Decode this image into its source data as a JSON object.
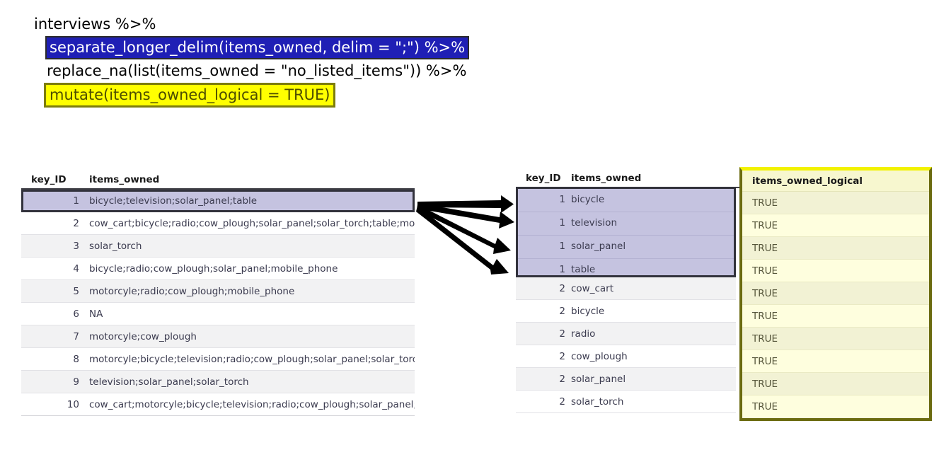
{
  "code": {
    "lines": [
      {
        "text": "interviews %>%",
        "style": "plain"
      },
      {
        "text": "separate_longer_delim(items_owned, delim = \";\") %>%",
        "style": "highlight-blue"
      },
      {
        "text": "replace_na(list(items_owned = \"no_listed_items\")) %>%",
        "style": "indent"
      },
      {
        "text": "mutate(items_owned_logical = TRUE)",
        "style": "highlight-yellow"
      }
    ]
  },
  "left_table": {
    "headers": {
      "key_id": "key_ID",
      "items_owned": "items_owned"
    },
    "rows": [
      {
        "key_ID": "1",
        "items_owned": "bicycle;television;solar_panel;table",
        "highlighted": true
      },
      {
        "key_ID": "2",
        "items_owned": "cow_cart;bicycle;radio;cow_plough;solar_panel;solar_torch;table;mobile_phone"
      },
      {
        "key_ID": "3",
        "items_owned": "solar_torch"
      },
      {
        "key_ID": "4",
        "items_owned": "bicycle;radio;cow_plough;solar_panel;mobile_phone"
      },
      {
        "key_ID": "5",
        "items_owned": "motorcyle;radio;cow_plough;mobile_phone"
      },
      {
        "key_ID": "6",
        "items_owned": "NA"
      },
      {
        "key_ID": "7",
        "items_owned": "motorcyle;cow_plough"
      },
      {
        "key_ID": "8",
        "items_owned": "motorcyle;bicycle;television;radio;cow_plough;solar_panel;solar_torch;table"
      },
      {
        "key_ID": "9",
        "items_owned": "television;solar_panel;solar_torch"
      },
      {
        "key_ID": "10",
        "items_owned": "cow_cart;motorcyle;bicycle;television;radio;cow_plough;solar_panel;solar_torch"
      }
    ]
  },
  "right_table": {
    "headers": {
      "key_id": "key_ID",
      "items_owned": "items_owned"
    },
    "rows": [
      {
        "key_ID": "1",
        "items_owned": "bicycle",
        "highlighted": true
      },
      {
        "key_ID": "1",
        "items_owned": "television",
        "highlighted": true
      },
      {
        "key_ID": "1",
        "items_owned": "solar_panel",
        "highlighted": true
      },
      {
        "key_ID": "1",
        "items_owned": "table",
        "highlighted": true
      },
      {
        "key_ID": "2",
        "items_owned": "cow_cart"
      },
      {
        "key_ID": "2",
        "items_owned": "bicycle"
      },
      {
        "key_ID": "2",
        "items_owned": "radio"
      },
      {
        "key_ID": "2",
        "items_owned": "cow_plough"
      },
      {
        "key_ID": "2",
        "items_owned": "solar_panel"
      },
      {
        "key_ID": "2",
        "items_owned": "solar_torch"
      }
    ]
  },
  "logical_column": {
    "header": "items_owned_logical",
    "values": [
      "TRUE",
      "TRUE",
      "TRUE",
      "TRUE",
      "TRUE",
      "TRUE",
      "TRUE",
      "TRUE",
      "TRUE",
      "TRUE"
    ]
  },
  "arrows": {
    "count": 4,
    "description": "fan-out-arrows"
  },
  "colors": {
    "highlight_blue": "#1f1fb5",
    "highlight_yellow": "#ffff00",
    "yellow_border": "#6b6b10",
    "row_highlight_purple": "#c5c3e0",
    "row_highlight_border": "#32323c",
    "logical_cell_bg": "#f2f2d4"
  }
}
